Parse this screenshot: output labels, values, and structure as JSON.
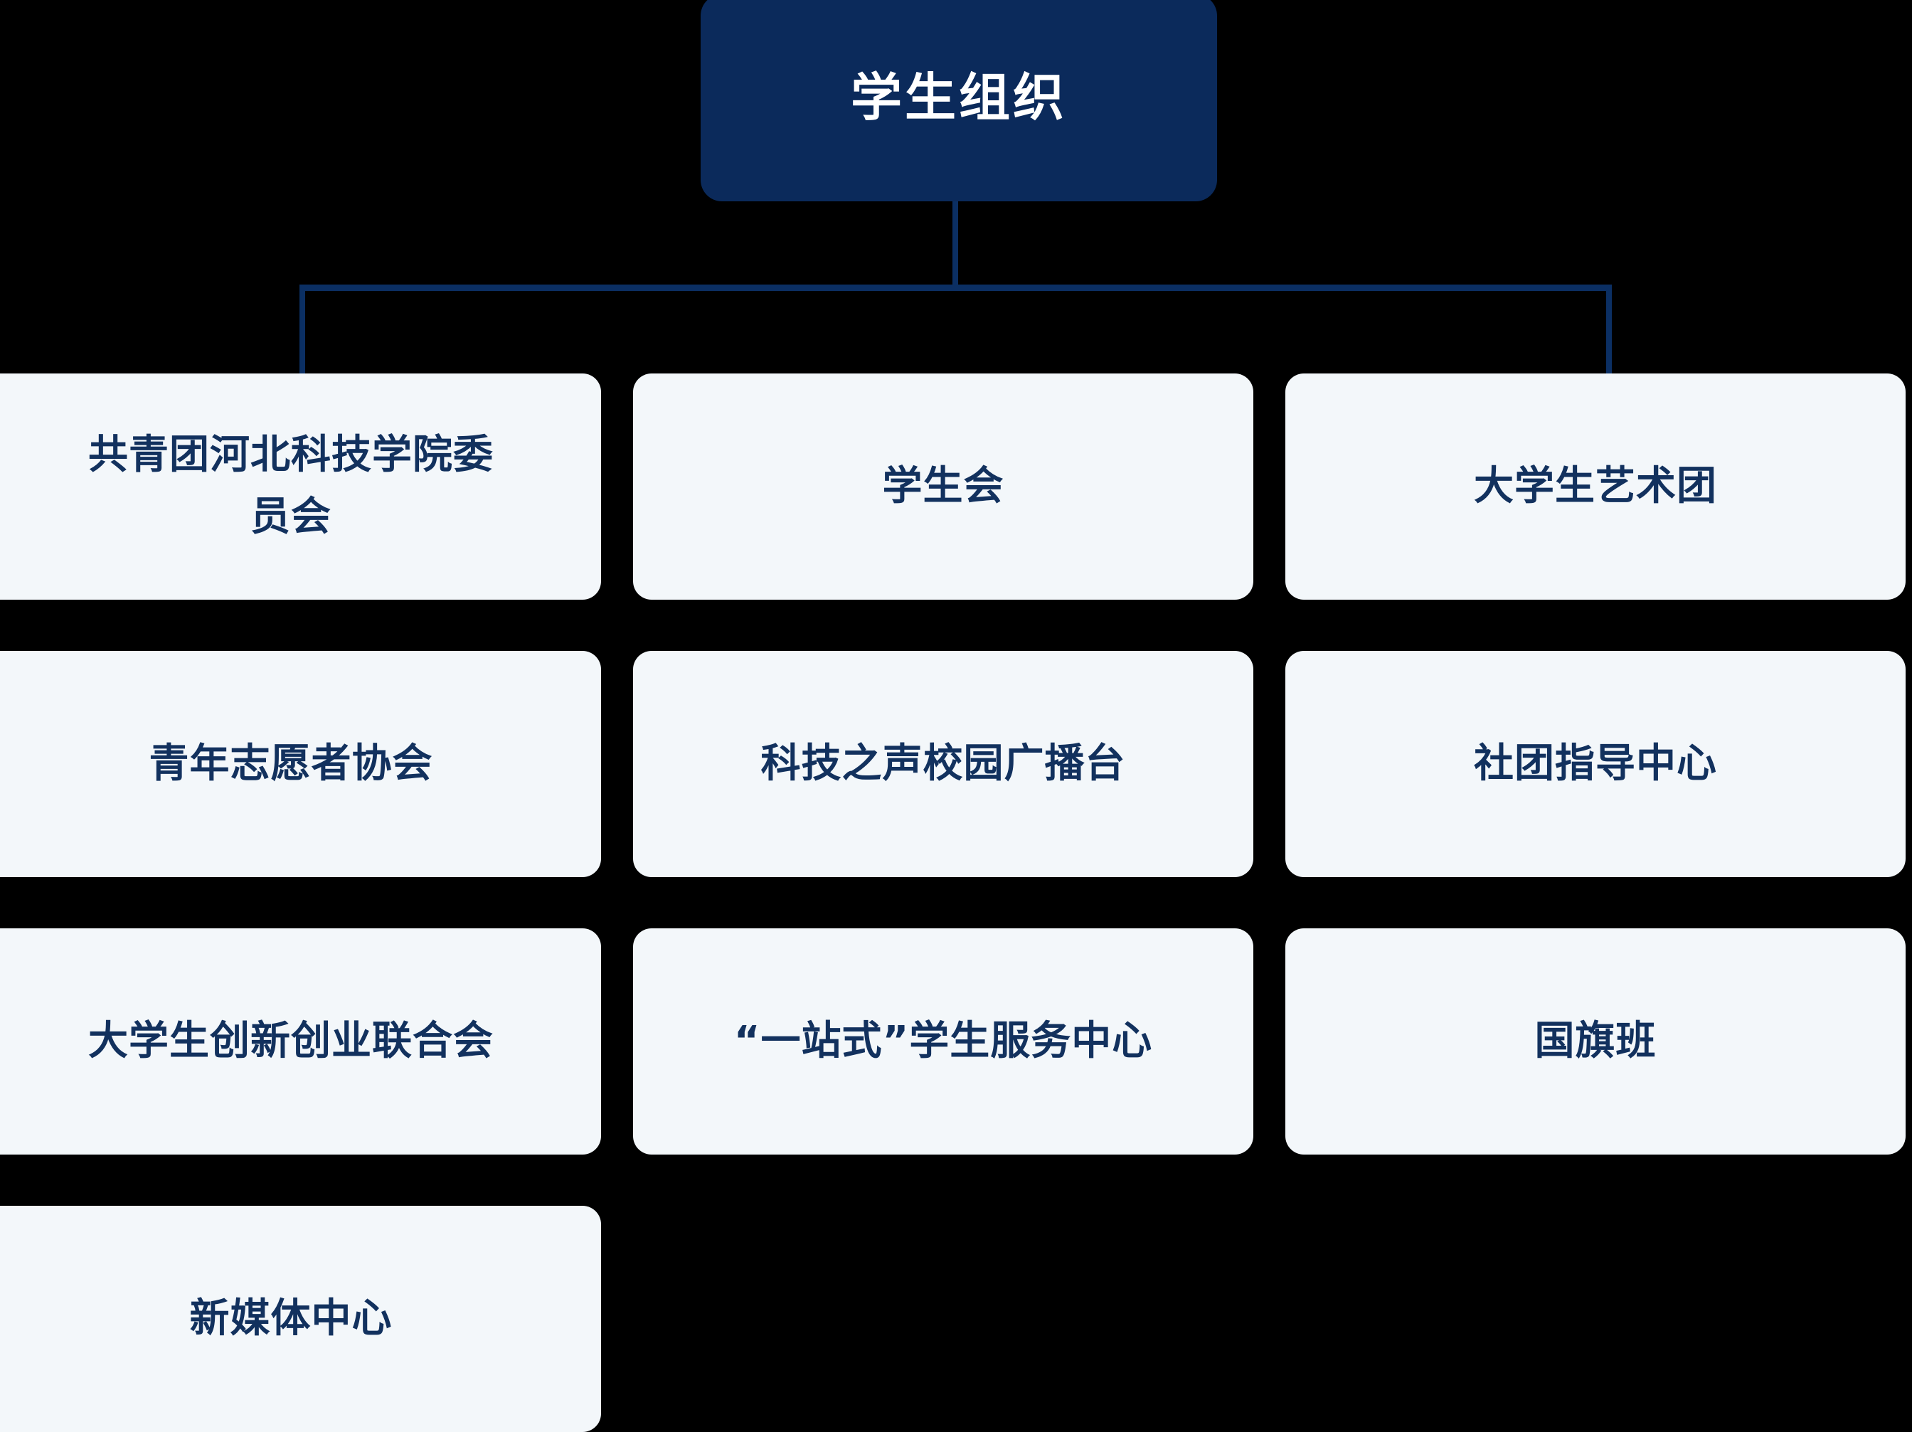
{
  "chart_data": {
    "type": "diagram",
    "subtype": "organization-chart",
    "title": "学生组织",
    "root": {
      "label": "学生组织"
    },
    "orientation": "top-down",
    "levels": 2,
    "child_count": 10,
    "children": [
      "共青团河北科技学院委员会",
      "学生会",
      "大学生艺术团",
      "青年志愿者协会",
      "科技之声校园广播台",
      "社团指导中心",
      "大学生创新创业联合会",
      "“一站式”学生服务中心",
      "国旗班",
      "新媒体中心"
    ],
    "columns": 3,
    "rows": 4
  },
  "colors": {
    "background": "#000000",
    "root_fill": "#0B2A5B",
    "root_text": "#FFFFFF",
    "card_fill": "#F3F7FA",
    "card_text": "#12315E",
    "connector": "#0B2F63"
  },
  "root": {
    "label": "学生组织"
  },
  "nodes": [
    {
      "label": "共青团河北科技学院委员会",
      "row": 1,
      "col": 1,
      "wraps": true
    },
    {
      "label": "学生会",
      "row": 1,
      "col": 2,
      "wraps": false
    },
    {
      "label": "大学生艺术团",
      "row": 1,
      "col": 3,
      "wraps": false
    },
    {
      "label": "青年志愿者协会",
      "row": 2,
      "col": 1,
      "wraps": false
    },
    {
      "label": "科技之声校园广播台",
      "row": 2,
      "col": 2,
      "wraps": false
    },
    {
      "label": "社团指导中心",
      "row": 2,
      "col": 3,
      "wraps": false
    },
    {
      "label": "大学生创新创业联合会",
      "row": 3,
      "col": 1,
      "wraps": false
    },
    {
      "label": "“一站式”学生服务中心",
      "row": 3,
      "col": 2,
      "wraps": false
    },
    {
      "label": "国旗班",
      "row": 3,
      "col": 3,
      "wraps": false
    },
    {
      "label": "新媒体中心",
      "row": 4,
      "col": 1,
      "wraps": false
    }
  ]
}
